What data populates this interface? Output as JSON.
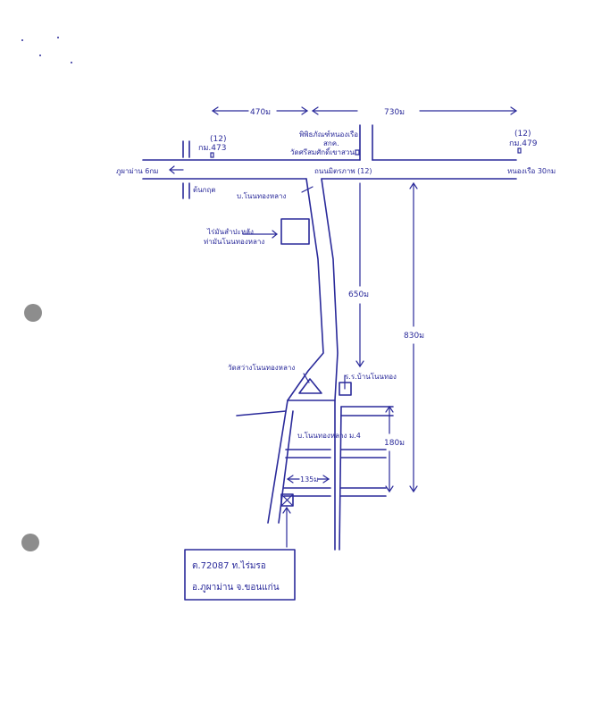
{
  "colors": {
    "ink": "#2a2a9a",
    "paper": "#ffffff",
    "hole": "#8d8d8d"
  },
  "distances": {
    "left_top": "470ม",
    "right_top": "730ม",
    "vertical_650": "650ม",
    "vertical_830": "830ม",
    "vertical_180": "180ม",
    "horizontal_135": "135ม"
  },
  "highway": {
    "road_name": "ถนนมิตรภาพ (12)",
    "left_code": "(12)",
    "left_km": "กม.473",
    "right_code": "(12)",
    "right_km": "กม.479",
    "left_direction": "ภูผาม่าน 6กม",
    "right_direction": "หนองเรือ 30กม",
    "left_bottom_label": "ต้นกฤต"
  },
  "landmarks": {
    "temple_top": "พิพิธภัณฑ์หนองเรือ",
    "temple_top_2": "สกค.",
    "temple_top_3": "วัดศรีสมศักดิ์เขาสวน",
    "village_entrance": "บ.โนนทองหลาง",
    "fieldsign_1": "ไร่มันสำปะหลัง",
    "fieldsign_2": "ท่ามันโนนทองหลาง",
    "temple_bottom": "วัดสว่างโนนทองหลาง",
    "school": "ร.ร.บ้านโนนทอง",
    "village_moo": "บ.โนนทองหลาง ม.4"
  },
  "address_box": {
    "line1": "ต.72087  ท.ไร่มรอ",
    "line2": "อ.ภูผาม่าน  จ.ขอนแก่น"
  }
}
